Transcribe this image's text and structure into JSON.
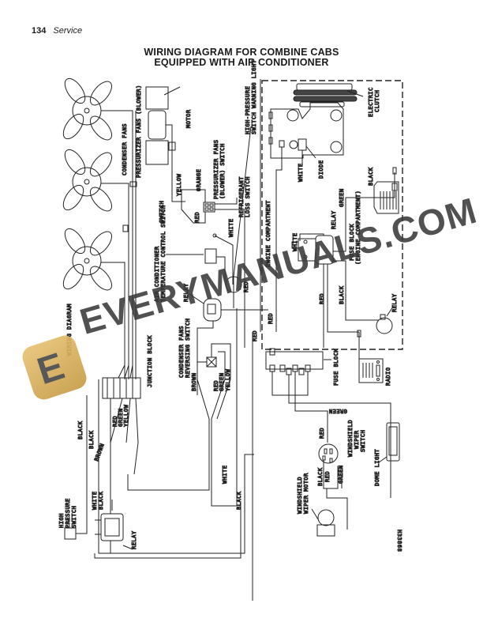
{
  "page": {
    "number": "134",
    "section": "Service"
  },
  "title": {
    "line1": "WIRING DIAGRAM FOR COMBINE CABS",
    "line2": "EQUIPPED WITH AIR CONDITIONER"
  },
  "labels": {
    "condenser_fans": "CONDENSER FANS",
    "pressurizer_fans_blower": "PRESSURIZER FANS (BLOWER)",
    "motor": "MOTOR",
    "yellow": "YELLOW",
    "orange": "ORANGE",
    "red": "RED",
    "pressurizer_fans_switch_1": "PRESSURIZER FANS",
    "pressurizer_fans_switch_2": "(BLOWER) SWITCH",
    "high_pressure_warning_1": "HIGH-PRESSURE",
    "high_pressure_warning_2": "SWITCH WARNING LIGHT",
    "refrigerant_loss_1": "REFRIGERANT",
    "refrigerant_loss_2": "LOSS SWITCH",
    "white": "WHITE",
    "switch": "SWITCH",
    "ac_temp_control_1": "AIR CONDITIONER",
    "ac_temp_control_2": "TEMPERATURE CONTROL SWITCH",
    "relay": "RELAY",
    "condenser_reversing_1": "CONDENSER FANS",
    "condenser_reversing_2": "REVERSING SWITCH",
    "brown": "BROWN",
    "green": "GREEN",
    "black": "BLACK",
    "junction_block": "JUNCTION BLOCK",
    "wiring_diagram": "WIRING DIAGRAM",
    "engine_compartment": "ENGINE COMPARTMENT",
    "electric_clutch_1": "ELECTRIC",
    "electric_clutch_2": "CLUTCH",
    "diode": "DIODE",
    "fuse_block_engine_1": "FUSE BLOCK",
    "fuse_block_engine_2": "(ENGINE COMPARTMENT)",
    "fuse_block": "FUSE BLOCK",
    "radio": "RADIO",
    "windshield_wiper_switch_1": "WINDSHIELD",
    "windshield_wiper_switch_2": "WIPER",
    "windshield_wiper_switch_3": "SWITCH",
    "windshield_wiper_motor_1": "WINDSHIELD",
    "windshield_wiper_motor_2": "WIPER MOTOR",
    "dome_light": "DOME LIGHT",
    "high_pressure_switch_1": "HIGH",
    "high_pressure_switch_2": "PRESSURE",
    "high_pressure_switch_3": "SWITCH",
    "figure_id": "H33868"
  },
  "watermark": {
    "text": "EVERYMANUALS.COM",
    "logo_letter": "E",
    "logo_color": "#d9b260"
  }
}
